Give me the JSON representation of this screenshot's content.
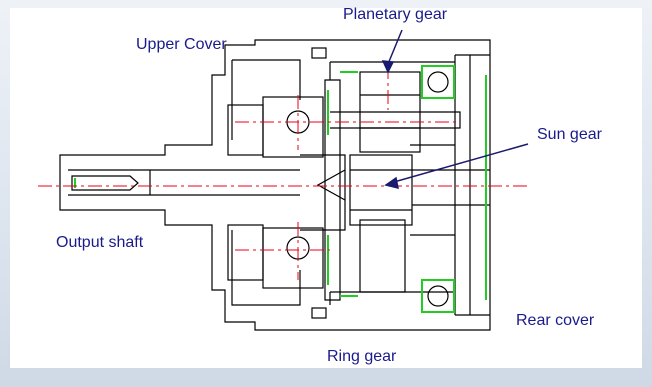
{
  "labels": {
    "planetary_gear": "Planetary gear",
    "upper_cover": "Upper Cover",
    "sun_gear": "Sun gear",
    "output_shaft": "Output shaft",
    "rear_cover": "Rear cover",
    "ring_gear": "Ring gear"
  },
  "colors": {
    "label_text": "#1a1a8c",
    "outline": "#000000",
    "centerline": "#e8001a",
    "bearing": "#22cc22",
    "leader": "#1a1a6e",
    "background_top": "#eef2f7",
    "background_bottom": "#cfd9e6"
  }
}
